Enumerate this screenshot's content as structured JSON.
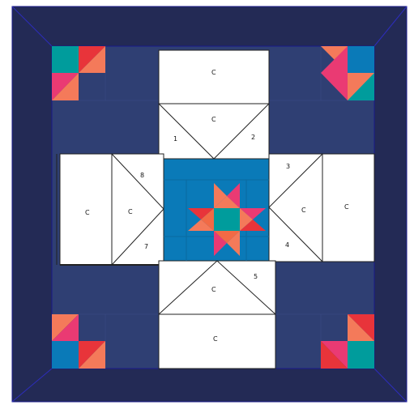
{
  "colors": {
    "navy_border": "#232a55",
    "block_blue": "#2f3f73",
    "center_blue": "#0a7ab8",
    "teal": "#009c9c",
    "coral": "#f26a45",
    "red": "#e8343a",
    "pink": "#ea3a73",
    "peach": "#f47a5a",
    "edge_line": "#2222aa",
    "white": "#ffffff",
    "ink": "#222222"
  },
  "labels": {
    "top_rect": "C",
    "top_tri": "C",
    "top_left_num": "1",
    "top_right_num": "2",
    "left_rect": "C",
    "left_tri": "C",
    "left_top_num": "8",
    "left_bottom_num": "7",
    "right_rect": "C",
    "right_tri": "C",
    "right_top_num": "3",
    "right_bottom_num": "4",
    "bottom_rect": "C",
    "bottom_tri": "C",
    "bottom_right_num": "5"
  }
}
